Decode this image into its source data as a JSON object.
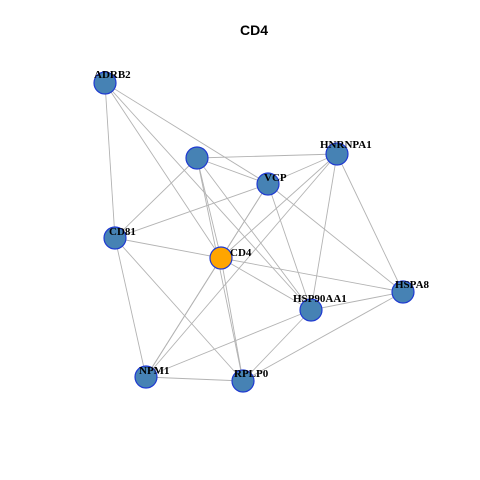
{
  "title": "CD4",
  "colors": {
    "node_fill": "#4682b4",
    "center_fill": "#ffa500",
    "node_stroke": "#1f3ad1",
    "edge": "#b3b3b3"
  },
  "nodes": [
    {
      "id": "ADRB2",
      "label": "ADRB2",
      "center": false
    },
    {
      "id": "UNLABELED",
      "label": "",
      "center": false
    },
    {
      "id": "HNRNPA1",
      "label": "HNRNPA1",
      "center": false
    },
    {
      "id": "VCP",
      "label": "VCP",
      "center": false
    },
    {
      "id": "CD81",
      "label": "CD81",
      "center": false
    },
    {
      "id": "CD4",
      "label": "CD4",
      "center": true
    },
    {
      "id": "HSPA8",
      "label": "HSPA8",
      "center": false
    },
    {
      "id": "HSP90AA1",
      "label": "HSP90AA1",
      "center": false
    },
    {
      "id": "NPM1",
      "label": "NPM1",
      "center": false
    },
    {
      "id": "RPLP0",
      "label": "RPLP0",
      "center": false
    }
  ],
  "edges": [
    [
      "ADRB2",
      "CD81"
    ],
    [
      "ADRB2",
      "VCP"
    ],
    [
      "ADRB2",
      "CD4"
    ],
    [
      "ADRB2",
      "HSP90AA1"
    ],
    [
      "UNLABELED",
      "HNRNPA1"
    ],
    [
      "UNLABELED",
      "CD81"
    ],
    [
      "UNLABELED",
      "CD4"
    ],
    [
      "UNLABELED",
      "HSP90AA1"
    ],
    [
      "UNLABELED",
      "RPLP0"
    ],
    [
      "UNLABELED",
      "VCP"
    ],
    [
      "HNRNPA1",
      "VCP"
    ],
    [
      "HNRNPA1",
      "CD4"
    ],
    [
      "HNRNPA1",
      "HSPA8"
    ],
    [
      "HNRNPA1",
      "HSP90AA1"
    ],
    [
      "HNRNPA1",
      "NPM1"
    ],
    [
      "VCP",
      "CD81"
    ],
    [
      "VCP",
      "CD4"
    ],
    [
      "VCP",
      "HSPA8"
    ],
    [
      "VCP",
      "HSP90AA1"
    ],
    [
      "VCP",
      "NPM1"
    ],
    [
      "CD81",
      "CD4"
    ],
    [
      "CD81",
      "NPM1"
    ],
    [
      "CD81",
      "RPLP0"
    ],
    [
      "CD4",
      "HSPA8"
    ],
    [
      "CD4",
      "HSP90AA1"
    ],
    [
      "CD4",
      "NPM1"
    ],
    [
      "CD4",
      "RPLP0"
    ],
    [
      "HSPA8",
      "HSP90AA1"
    ],
    [
      "HSPA8",
      "RPLP0"
    ],
    [
      "HSP90AA1",
      "NPM1"
    ],
    [
      "HSP90AA1",
      "RPLP0"
    ],
    [
      "NPM1",
      "RPLP0"
    ]
  ]
}
